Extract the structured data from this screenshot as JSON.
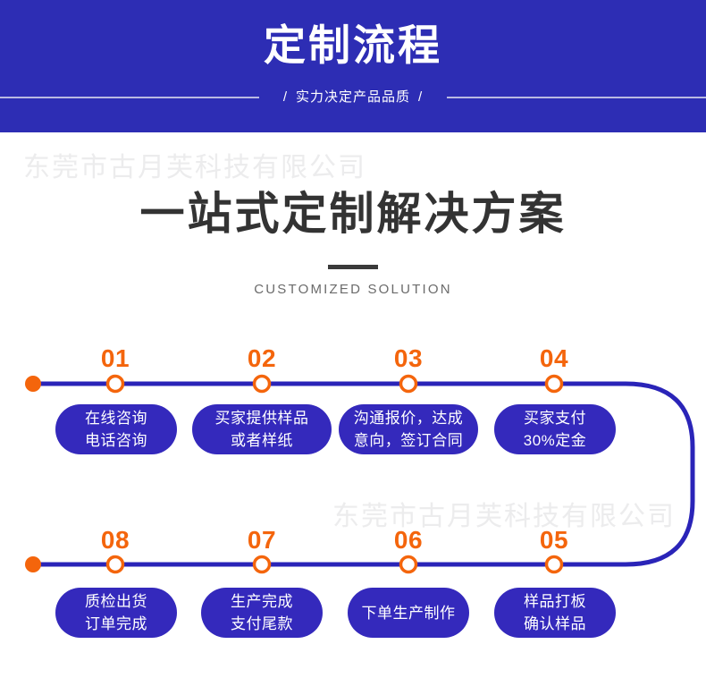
{
  "header": {
    "title": "定制流程",
    "subtitle": "实力决定产品品质",
    "slash_left": "/",
    "slash_right": "/",
    "background_color": "#2d2db4"
  },
  "watermark": {
    "text": "东莞市古月芙科技有限公司",
    "color": "#ececed"
  },
  "main": {
    "title": "一站式定制解决方案",
    "subtitle": "CUSTOMIZED SOLUTION",
    "title_color": "#333333"
  },
  "theme": {
    "accent_orange": "#f4650c",
    "pill_blue": "#3429bc",
    "line_blue": "#2a24b8"
  },
  "timeline": {
    "rows": [
      {
        "direction": "left-to-right",
        "steps": [
          {
            "number": "01",
            "label": "在线咨询\n电话咨询"
          },
          {
            "number": "02",
            "label": "买家提供样品\n或者样纸"
          },
          {
            "number": "03",
            "label": "沟通报价，达成\n意向，签订合同"
          },
          {
            "number": "04",
            "label": "买家支付\n30%定金"
          }
        ]
      },
      {
        "direction": "right-to-left",
        "steps": [
          {
            "number": "08",
            "label": "质检出货\n订单完成"
          },
          {
            "number": "07",
            "label": "生产完成\n支付尾款"
          },
          {
            "number": "06",
            "label": "下单生产制作"
          },
          {
            "number": "05",
            "label": "样品打板\n确认样品"
          }
        ]
      }
    ]
  }
}
